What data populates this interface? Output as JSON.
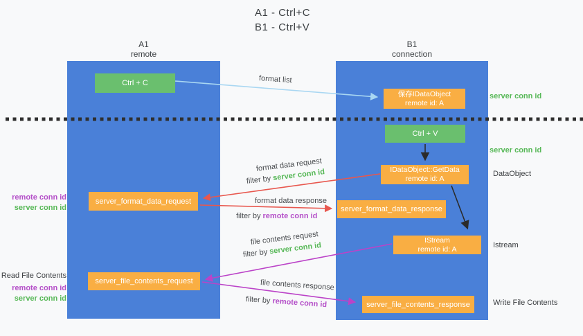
{
  "title": {
    "line1": "A1 - Ctrl+C",
    "line2": "B1 - Ctrl+V"
  },
  "lanes": {
    "a1": {
      "name": "A1",
      "subtitle": "remote"
    },
    "b1": {
      "name": "B1",
      "subtitle": "connection"
    }
  },
  "nodes": {
    "ctrl_c": {
      "label": "Ctrl + C"
    },
    "save_dataobject": {
      "line1": "保存IDataObject",
      "line2": "remote id: A"
    },
    "ctrl_v": {
      "label": "Ctrl + V"
    },
    "getdata": {
      "line1": "IDataObject::GetData",
      "line2": "remote id: A"
    },
    "format_request": {
      "label": "server_format_data_request"
    },
    "format_response": {
      "label": "server_format_data_response"
    },
    "istream": {
      "line1": "IStream",
      "line2": "remote id: A"
    },
    "file_request": {
      "label": "server_file_contents_request"
    },
    "file_response": {
      "label": "server_file_contents_response"
    }
  },
  "side_labels": {
    "server_conn_id_top": "server conn id",
    "server_conn_id_mid": "server conn id",
    "dataobject": "DataObject",
    "istream": "Istream",
    "write_file_contents": "Write File Contents",
    "read_file_contents": "Read File Contents",
    "left_group1": {
      "remote": "remote conn id",
      "server": "server conn id"
    },
    "left_group2": {
      "remote": "remote conn id",
      "server": "server conn id"
    }
  },
  "arrow_labels": {
    "format_list": "format list",
    "format_data_request": "format data request",
    "format_data_response": "format data response",
    "file_contents_request": "file contents request",
    "file_contents_response": "file contents response",
    "filter_by": "filter by",
    "server_conn_id": "server conn id",
    "remote_conn_id": "remote conn id"
  },
  "colors": {
    "lane_blue": "#4a80d8",
    "node_green": "#6abf6e",
    "node_orange": "#f9ae43",
    "green_text": "#57b857",
    "purple_text": "#b44fc8",
    "red_arrow": "#e8574e",
    "purple_arrow": "#bb43c8",
    "light_blue_arrow": "#a9d7f2",
    "divider_black": "#2f2f2f"
  }
}
